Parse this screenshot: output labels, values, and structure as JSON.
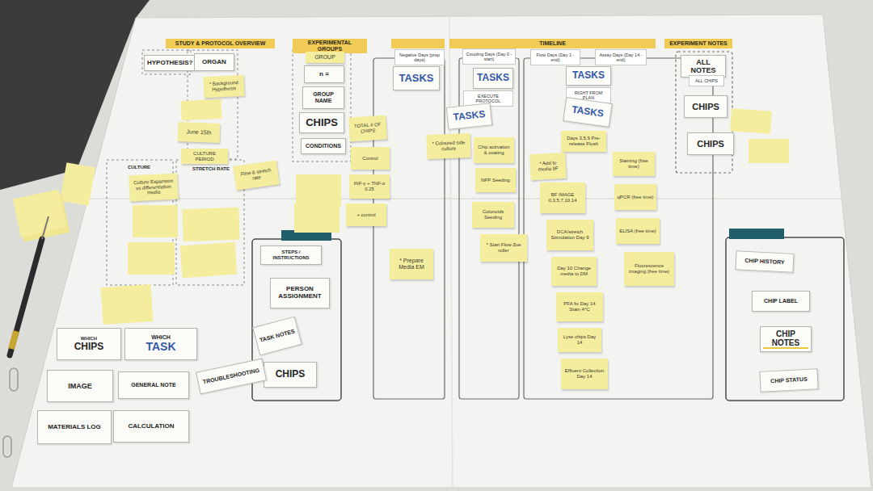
{
  "diagram": {
    "nodes": [
      {
        "text": [
          "STUDY & PROTOCOL OVERVIEW"
        ]
      },
      {
        "text": [
          "EXPERIMENTAL GROUPS"
        ]
      },
      {
        "text": [
          "TIMELINE"
        ]
      },
      {
        "text": [
          "EXPERIMENT NOTES"
        ]
      },
      {
        "text": [
          "Negative Days (prep days)"
        ]
      },
      {
        "text": [
          "Coupling Days (Day 0 - start)"
        ]
      },
      {
        "text": [
          "Flow Days (Day 1 - end)"
        ]
      },
      {
        "text": [
          "Assay Days (Day 14 - end)"
        ]
      },
      {
        "text": [
          "HYPOTHESIS?"
        ]
      },
      {
        "text": [
          "ORGAN"
        ]
      },
      {
        "text": [
          "* Background Hypothesis"
        ]
      },
      {
        "text": [
          "June 15th"
        ]
      },
      {
        "text": [
          "CULTURE PERIOD"
        ]
      },
      {
        "text": [
          "CULTURE"
        ]
      },
      {
        "text": [
          "STRETCH RATE"
        ]
      },
      {
        "text": [
          "Culture Expansion vs differentiation media"
        ]
      },
      {
        "text": [
          "Flow & stretch rate"
        ]
      },
      {
        "text": [
          "GROUP"
        ]
      },
      {
        "text": [
          "n ="
        ]
      },
      {
        "text": [
          "GROUP NAME"
        ]
      },
      {
        "text": [
          "CHIPS"
        ]
      },
      {
        "text": [
          "CONDITIONS"
        ]
      },
      {
        "text": [
          "TOTAL # OF CHIPS"
        ]
      },
      {
        "text": [
          "Control"
        ]
      },
      {
        "text": [
          "INF-γ + TNF-α 0.25"
        ]
      },
      {
        "text": [
          "+ control"
        ]
      },
      {
        "text": [
          "STEPS / INSTRUCTIONS"
        ]
      },
      {
        "text": [
          "PERSON ASSIGNMENT"
        ]
      },
      {
        "text": [
          "TASK NOTES"
        ]
      },
      {
        "text": [
          "CHIPS"
        ]
      },
      {
        "text": [
          "TASKS"
        ]
      },
      {
        "text": [
          "* Prepare Media EM"
        ]
      },
      {
        "text": [
          "TASKS"
        ]
      },
      {
        "text": [
          "EXECUTE PROTOCOL"
        ]
      },
      {
        "text": [
          "TASKS"
        ]
      },
      {
        "text": [
          "* Coloured side culture"
        ]
      },
      {
        "text": [
          "Chip activation & coating"
        ]
      },
      {
        "text": [
          "NPP Seeding"
        ]
      },
      {
        "text": [
          "Colonoids Seeding"
        ]
      },
      {
        "text": [
          "* Start Flow Zoe roller"
        ]
      },
      {
        "text": [
          "TASKS"
        ]
      },
      {
        "text": [
          "RIGHT FROM PLAN"
        ]
      },
      {
        "text": [
          "TASKS"
        ]
      },
      {
        "text": [
          "Days 3,5,9 Pre-release Flush"
        ]
      },
      {
        "text": [
          "* Add to media 9F"
        ]
      },
      {
        "text": [
          "BF IMAGE 0,3,5,7,10,14"
        ]
      },
      {
        "text": [
          "DCA/stretch Stimulation Day 9"
        ]
      },
      {
        "text": [
          "Day 10 Change media to DM"
        ]
      },
      {
        "text": [
          "PFA fix Day 14 Stain 4°C"
        ]
      },
      {
        "text": [
          "Lyse chips Day 14"
        ]
      },
      {
        "text": [
          "Effluent Collection Day 14"
        ]
      },
      {
        "text": [
          "Staining (free time)"
        ]
      },
      {
        "text": [
          "qPCR (free time)"
        ]
      },
      {
        "text": [
          "ELISA (free time)"
        ]
      },
      {
        "text": [
          "Fluorescence imaging (free time)"
        ]
      },
      {
        "text": [
          "ALL NOTES"
        ]
      },
      {
        "text": [
          "ALL CHIPS"
        ]
      },
      {
        "text": [
          "CHIPS"
        ]
      },
      {
        "text": [
          "CHIPS"
        ]
      },
      {
        "text": [
          "CHIP HISTORY"
        ]
      },
      {
        "text": [
          "CHIP LABEL"
        ]
      },
      {
        "text": [
          "CHIP NOTES"
        ]
      },
      {
        "text": [
          "CHIP STATUS"
        ]
      },
      {
        "text": [
          "WHICH",
          "CHIPS"
        ]
      },
      {
        "text": [
          "WHICH",
          "TASK"
        ]
      },
      {
        "text": [
          "IMAGE"
        ]
      },
      {
        "text": [
          "GENERAL NOTE"
        ]
      },
      {
        "text": [
          "TROUBLESHOOTING"
        ]
      },
      {
        "text": [
          "MATERIALS LOG"
        ]
      },
      {
        "text": [
          "CALCULATION"
        ]
      }
    ]
  }
}
